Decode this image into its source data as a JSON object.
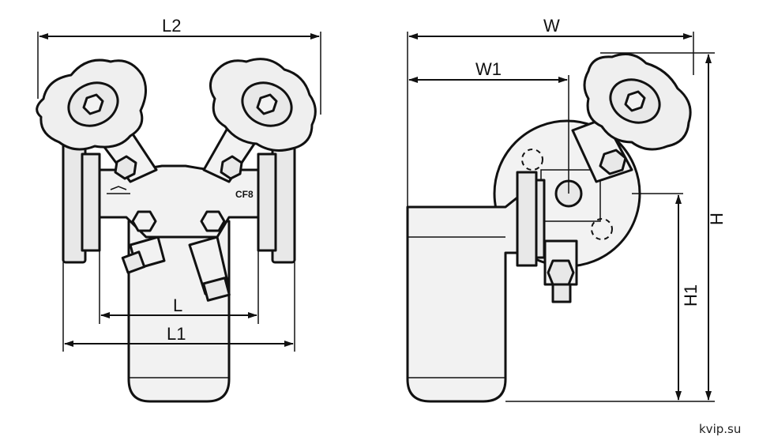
{
  "dimensions": {
    "front": {
      "L2": "L2",
      "L": "L",
      "L1": "L1",
      "marking": "CF8"
    },
    "side": {
      "W": "W",
      "W1": "W1",
      "H": "H",
      "H1": "H1"
    }
  },
  "watermark": "kvip.su"
}
